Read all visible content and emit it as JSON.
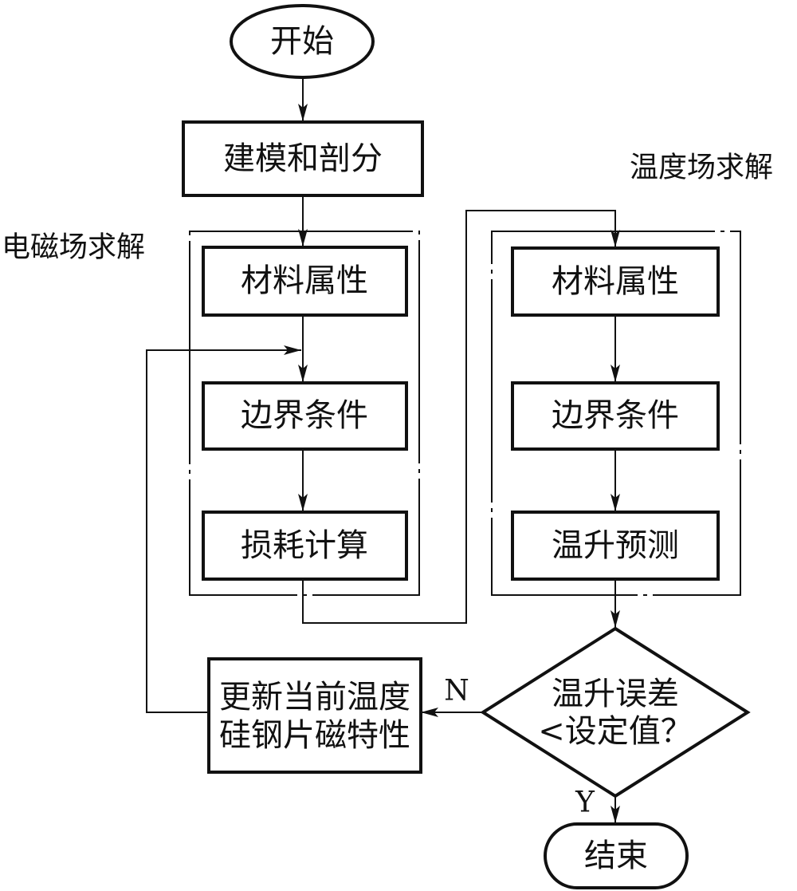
{
  "diagram": {
    "type": "flowchart",
    "colors": {
      "line": "#111111",
      "background": "#ffffff"
    },
    "nodes": {
      "start": {
        "shape": "terminal",
        "label": "开始"
      },
      "model_mesh": {
        "shape": "process",
        "label": "建模和剖分"
      },
      "em_material": {
        "shape": "process",
        "label": "材料属性"
      },
      "em_boundary": {
        "shape": "process",
        "label": "边界条件"
      },
      "loss_calc": {
        "shape": "process",
        "label": "损耗计算"
      },
      "th_material": {
        "shape": "process",
        "label": "材料属性"
      },
      "th_boundary": {
        "shape": "process",
        "label": "边界条件"
      },
      "temp_predict": {
        "shape": "process",
        "label": "温升预测"
      },
      "decision": {
        "shape": "decision",
        "label_lines": [
          "温升误差",
          "<设定值？"
        ]
      },
      "update": {
        "shape": "process",
        "label_lines": [
          "更新当前温度",
          "硅钢片磁特性"
        ]
      },
      "end": {
        "shape": "terminal",
        "label": "结束"
      }
    },
    "groups": [
      {
        "id": "em_group",
        "label": "电磁场求解",
        "members": [
          "em_material",
          "em_boundary",
          "loss_calc"
        ]
      },
      {
        "id": "thermal_group",
        "label": "温度场求解",
        "members": [
          "th_material",
          "th_boundary",
          "temp_predict"
        ]
      }
    ],
    "edges": [
      {
        "from": "start",
        "to": "model_mesh"
      },
      {
        "from": "model_mesh",
        "to": "em_material"
      },
      {
        "from": "em_material",
        "to": "em_boundary"
      },
      {
        "from": "em_boundary",
        "to": "loss_calc"
      },
      {
        "from": "loss_calc",
        "to": "th_material"
      },
      {
        "from": "th_material",
        "to": "th_boundary"
      },
      {
        "from": "th_boundary",
        "to": "temp_predict"
      },
      {
        "from": "temp_predict",
        "to": "decision"
      },
      {
        "from": "decision",
        "to": "update",
        "label": "N"
      },
      {
        "from": "decision",
        "to": "end",
        "label": "Y"
      },
      {
        "from": "update",
        "to": "em_boundary"
      }
    ]
  }
}
